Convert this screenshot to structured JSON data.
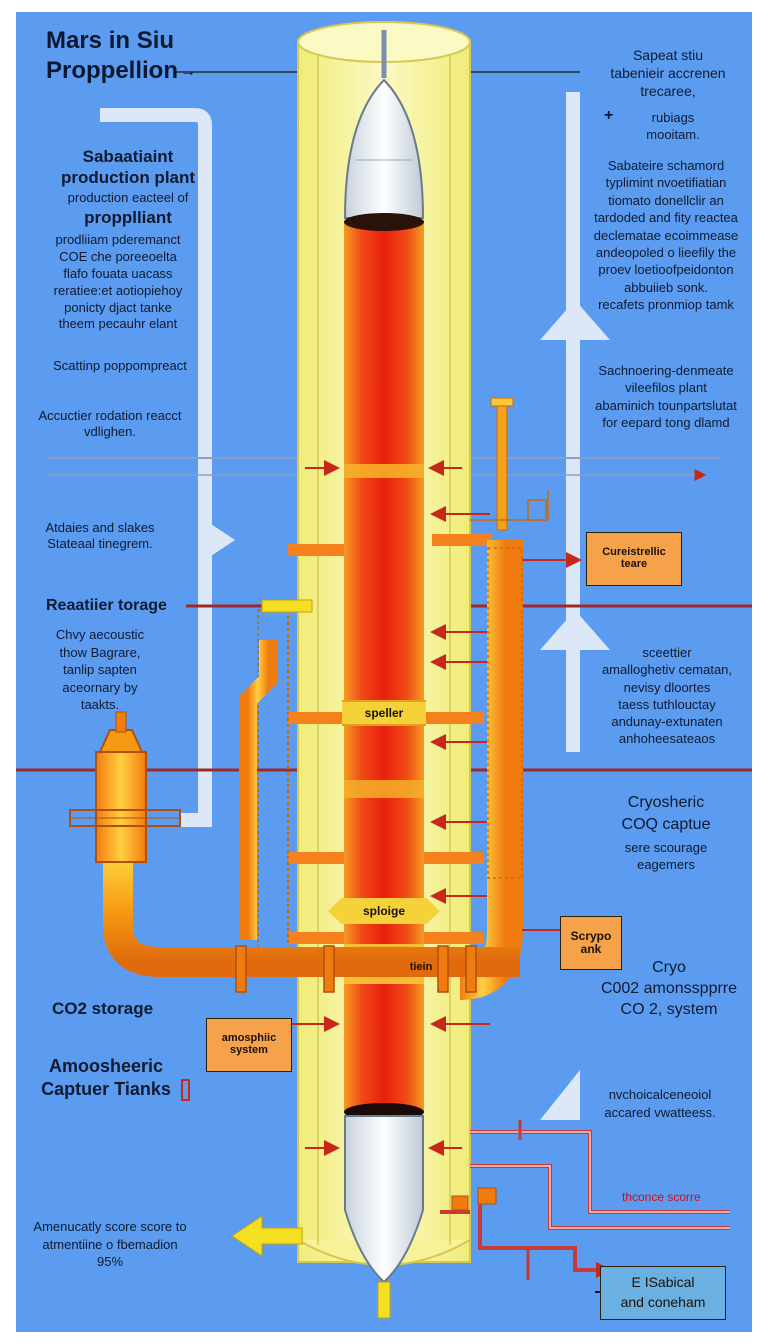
{
  "title": "Mars in Siu\nProppellion",
  "title_arrow": "→",
  "left": {
    "plant_heading": "Sabaatiaint\nproduction plant",
    "plant_sub": "production eacteel of",
    "plant_prop": "propplliant",
    "plant_body": "prodliiam pderemanct\nCOE  che poreeoelta\nflafo fouata uacass\nreratiee:et aotiopiehoy\nponicty djact tanke\ntheem pecauhr elant",
    "scatting": "Scattinp poppompreact",
    "acceptor": "Accuctier rodation reacct\nvdlighen.",
    "asdates": "Atdaies and slakes\nStateaal tinegrem.",
    "storage_heading": "Reaatiier torage",
    "storage_body": "Chvy aecoustic\nthow Bagrare,\ntanlip sapten\naceornary by\ntaakts.",
    "co2_storage": "CO2 storage",
    "atmo_heading": "Amoosheeric\nCaptuer Tianks",
    "bottom_note": "Amenucatly score score to\natmentiine o fbemadion\n95%"
  },
  "right": {
    "top_1": "Sapeat stiu\ntabenieir accrenen\ntrecaree,",
    "top_plus": "+",
    "top_2": "rubiags\nmooitam.",
    "sabatier_body": "Sabateire schamord\ntyplimint nvoetifiatian\ntiomato donellclir an\ntardoded and fity reactea\ndeclematae ecoimmease\nandeopoled o lieefily the\nproev loetioofpeidonton\nabbuiieb sonk.\nrecafets pronmiop tamk",
    "sachnoering": "Sachnoering-denmeate\nvileefilos plant\nabaminich tounpartslutat\nfor eepard tong dlamd",
    "scettier": "sceettier\namalloghetiv cematan,\nnevisy dloortes\ntaess tuthlouctay\nandunay-extunaten\nanhoheesateaos",
    "cryo_heading": "Cryosheric\nCOQ  captue",
    "cryo_sub": "sere scourage\neagemers",
    "cryo2": "Cryo\nC002 amonsspprre\nCO 2, system",
    "nvchoical": "nvchoicalceneoiol\naccared vwatteess.",
    "theonce": "thconce scorre"
  },
  "boxes": {
    "cureistrellic": "Cureistrellic\nteare",
    "scrypo": "Scrypo\nank",
    "amosphiic": "amosphiic\nsystem",
    "esabical": "E ISabical\nand coneham"
  },
  "column_tags": {
    "speller": "speller",
    "sploige": "sploige",
    "tiein": "tiein"
  },
  "colors": {
    "background": "#5b9cf0",
    "column": "#f5f29a",
    "core": "#f03c14",
    "pipe": "#f5a21a",
    "rail": "#a02828"
  }
}
